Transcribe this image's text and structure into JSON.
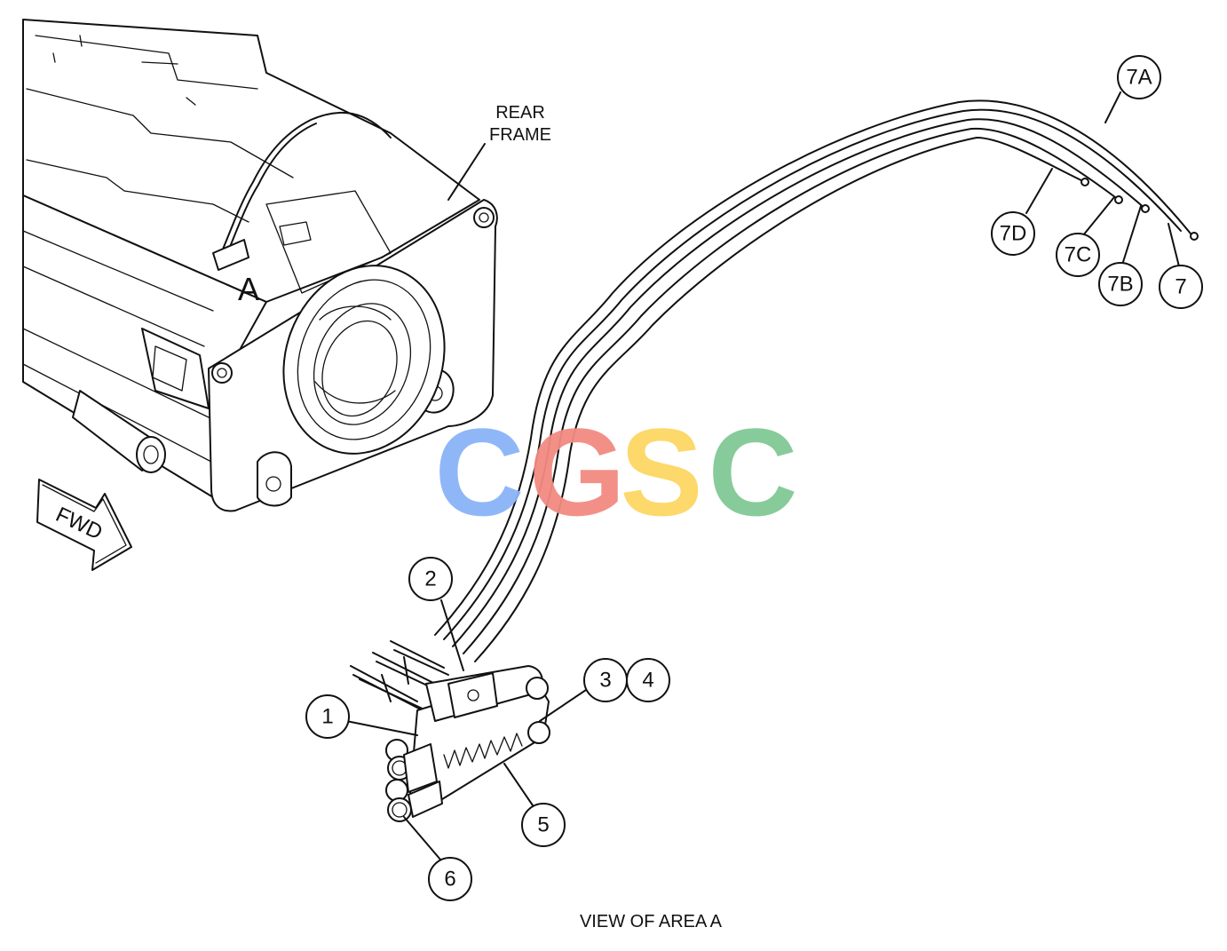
{
  "labels": {
    "rear_frame_line1": "REAR",
    "rear_frame_line2": "FRAME",
    "area": "A",
    "fwd": "FWD",
    "caption": "VIEW OF AREA A"
  },
  "watermark": {
    "letters": [
      "C",
      "G",
      "S",
      "C"
    ],
    "colors": [
      "#8AB4F8",
      "#F28B82",
      "#FDD663",
      "#81C995"
    ]
  },
  "callouts": [
    "1",
    "2",
    "3",
    "4",
    "5",
    "6",
    "7",
    "7A",
    "7B",
    "7C",
    "7D"
  ]
}
